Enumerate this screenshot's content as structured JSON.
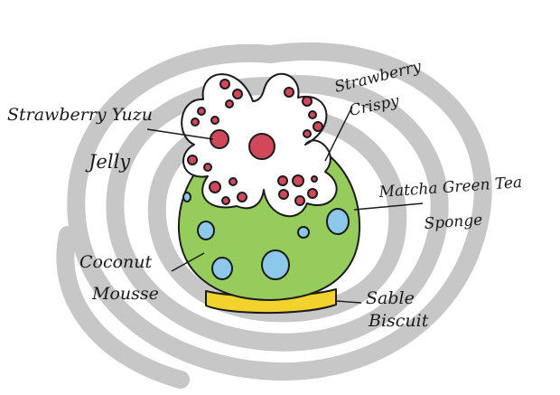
{
  "labels": {
    "strawberry_yuzu_jelly": [
      "Strawberry Yuzu",
      "Jelly"
    ],
    "strawberry_crispy": [
      "Strawberry",
      "Crispy"
    ],
    "matcha_green_tea_sponge": [
      "Matcha Green Tea",
      "Sponge"
    ],
    "coconut_mousse": [
      "Coconut",
      "Mousse"
    ],
    "sable_biscuit": [
      "Sable",
      "Biscuit"
    ]
  },
  "colors": {
    "swirl": "#c7c7c7",
    "matcha_sponge": "#96cc5c",
    "crispy_cream": "#ffffff",
    "jelly_dots": "#d2485a",
    "mousse_dots": "#8cc8ea",
    "sable": "#f2d22c"
  }
}
